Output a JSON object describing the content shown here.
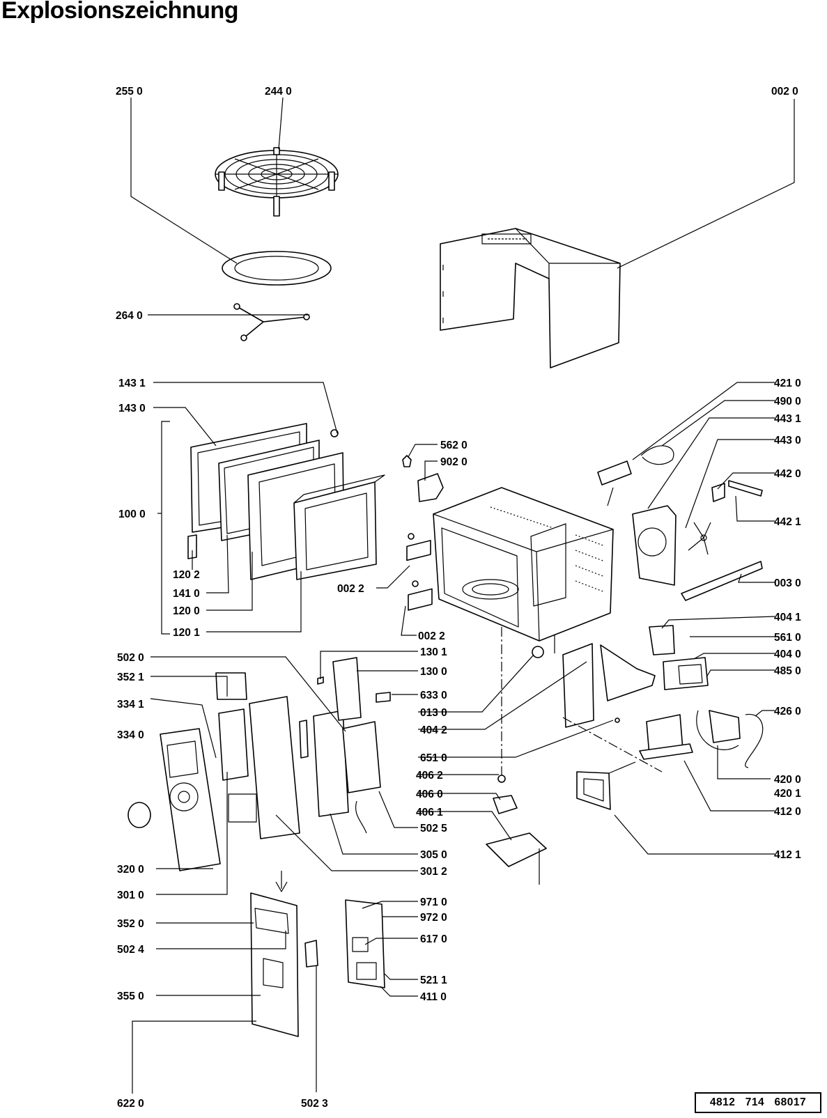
{
  "title": "Explosionszeichnung",
  "document_number": "4812   714   68017",
  "labels": [
    {
      "id": "l2550",
      "text": "255 0",
      "side": "left"
    },
    {
      "id": "l2440",
      "text": "244  0",
      "side": "left"
    },
    {
      "id": "l0020",
      "text": "002  0",
      "side": "right"
    },
    {
      "id": "l2640",
      "text": "264 0",
      "side": "left"
    },
    {
      "id": "l1431",
      "text": "143 1",
      "side": "left"
    },
    {
      "id": "l1430",
      "text": "143  0",
      "side": "left"
    },
    {
      "id": "l1000",
      "text": "100 0",
      "side": "left"
    },
    {
      "id": "l1202",
      "text": "120 2",
      "side": "left"
    },
    {
      "id": "l1410",
      "text": "141 0",
      "side": "left"
    },
    {
      "id": "l1200",
      "text": "120 0",
      "side": "left"
    },
    {
      "id": "l1201",
      "text": "120 1",
      "side": "left"
    },
    {
      "id": "l5620",
      "text": "562  0",
      "side": "right"
    },
    {
      "id": "l9020",
      "text": "902  0",
      "side": "right"
    },
    {
      "id": "l0022a",
      "text": "002 2",
      "side": "left"
    },
    {
      "id": "l0022b",
      "text": "002 2",
      "side": "right"
    },
    {
      "id": "l4210",
      "text": "421 0",
      "side": "right"
    },
    {
      "id": "l4900",
      "text": "490 0",
      "side": "right"
    },
    {
      "id": "l4431",
      "text": "443 1",
      "side": "right"
    },
    {
      "id": "l4430",
      "text": "443 0",
      "side": "right"
    },
    {
      "id": "l4420",
      "text": "442 0",
      "side": "right"
    },
    {
      "id": "l4421",
      "text": "442 1",
      "side": "right"
    },
    {
      "id": "l0030",
      "text": "003  0",
      "side": "right"
    },
    {
      "id": "l4041",
      "text": "404 1",
      "side": "right"
    },
    {
      "id": "l5610",
      "text": "561 0",
      "side": "right"
    },
    {
      "id": "l4040",
      "text": "404 0",
      "side": "right"
    },
    {
      "id": "l4850",
      "text": "485 0",
      "side": "right"
    },
    {
      "id": "l4260",
      "text": "426 0",
      "side": "right"
    },
    {
      "id": "l4200",
      "text": "420 0",
      "side": "right"
    },
    {
      "id": "l4201",
      "text": "420 1",
      "side": "right"
    },
    {
      "id": "l4120",
      "text": "412  0",
      "side": "right"
    },
    {
      "id": "l4121",
      "text": "412 1",
      "side": "right"
    },
    {
      "id": "l5020",
      "text": "502 0",
      "side": "left"
    },
    {
      "id": "l3521",
      "text": "352 1",
      "side": "left"
    },
    {
      "id": "l3341",
      "text": "334 1",
      "side": "left"
    },
    {
      "id": "l3340",
      "text": "334 0",
      "side": "left"
    },
    {
      "id": "l1301",
      "text": "130 1",
      "side": "right"
    },
    {
      "id": "l1300",
      "text": "130 0",
      "side": "right"
    },
    {
      "id": "l6330",
      "text": "633 0",
      "side": "right"
    },
    {
      "id": "l0130",
      "text": "013 0",
      "side": "right"
    },
    {
      "id": "l4042",
      "text": "404 2",
      "side": "right"
    },
    {
      "id": "l6510",
      "text": "651 0",
      "side": "right"
    },
    {
      "id": "l4062",
      "text": "406 2",
      "side": "right"
    },
    {
      "id": "l4060",
      "text": "406 0",
      "side": "right"
    },
    {
      "id": "l4061",
      "text": "406 1",
      "side": "right"
    },
    {
      "id": "l5025",
      "text": "502 5",
      "side": "right"
    },
    {
      "id": "l3050",
      "text": "305 0",
      "side": "right"
    },
    {
      "id": "l3012",
      "text": "301 2",
      "side": "right"
    },
    {
      "id": "l3200",
      "text": "320 0",
      "side": "left"
    },
    {
      "id": "l3010",
      "text": "301 0",
      "side": "left"
    },
    {
      "id": "l3520",
      "text": "352 0",
      "side": "left"
    },
    {
      "id": "l5024",
      "text": "502 4",
      "side": "left"
    },
    {
      "id": "l3550",
      "text": "355 0",
      "side": "left"
    },
    {
      "id": "l6220",
      "text": "622 0",
      "side": "left"
    },
    {
      "id": "l5023",
      "text": "502  3",
      "side": "left"
    },
    {
      "id": "l9710",
      "text": "971  0",
      "side": "right"
    },
    {
      "id": "l9720",
      "text": "972  0",
      "side": "right"
    },
    {
      "id": "l6170",
      "text": "617  0",
      "side": "right"
    },
    {
      "id": "l5211",
      "text": "521  1",
      "side": "right"
    },
    {
      "id": "l4110",
      "text": "411  0",
      "side": "right"
    }
  ]
}
